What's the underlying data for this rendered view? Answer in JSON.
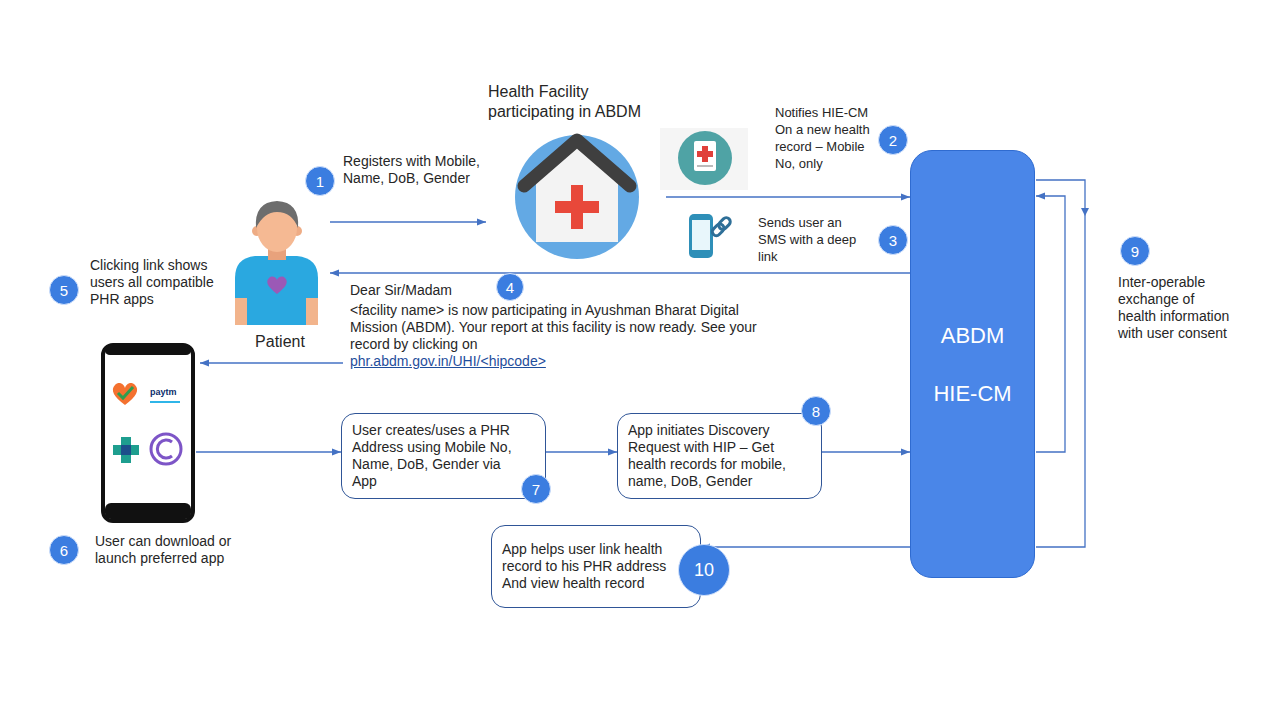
{
  "diagram": {
    "nodes": [
      {
        "text": [
          "Health Facility participating in ABDM"
        ]
      },
      {
        "text": [
          "ABDM",
          "HIE-CM"
        ]
      },
      {
        "text": [
          "Patient"
        ]
      },
      {
        "text": [
          "paytm"
        ]
      },
      {
        "text": [
          "User creates/uses a PHR Address using Mobile No, Name, DoB, Gender via App"
        ]
      },
      {
        "text": [
          "App initiates Discovery Request with HIP – Get health records for mobile, name, DoB, Gender"
        ]
      },
      {
        "text": [
          "App helps user link health record to his PHR address And view health record"
        ]
      }
    ],
    "edges": [
      {
        "from": 2,
        "to": 0,
        "arrow": "to"
      },
      {
        "from": 0,
        "to": 1,
        "arrow": "to"
      },
      {
        "from": 1,
        "to": 2,
        "arrow": "to"
      },
      {
        "from": 3,
        "to": 4,
        "arrow": "to"
      },
      {
        "from": 4,
        "to": 5,
        "arrow": "to"
      },
      {
        "from": 5,
        "to": 1,
        "arrow": "to"
      },
      {
        "from": 1,
        "to": 6,
        "arrow": "to"
      }
    ],
    "labels": [
      "1",
      "Registers with Mobile, Name, DoB, Gender",
      "2",
      "Notifies HIE-CM On a new health record – Mobile No, only",
      "3",
      "Sends user an SMS with a deep link",
      "4",
      "Dear Sir/Madam",
      "<facility name> is now participating in Ayushman Bharat Digital Mission (ABDM). Your report at this facility is now ready. See your record by clicking on",
      "phr.abdm.gov.in/UHI/<hipcode>",
      "5",
      "Clicking link shows users all compatible PHR apps",
      "6",
      "User can download or launch preferred app",
      "7",
      "8",
      "9",
      "Inter-operable exchange of health information with user consent",
      "10"
    ]
  }
}
